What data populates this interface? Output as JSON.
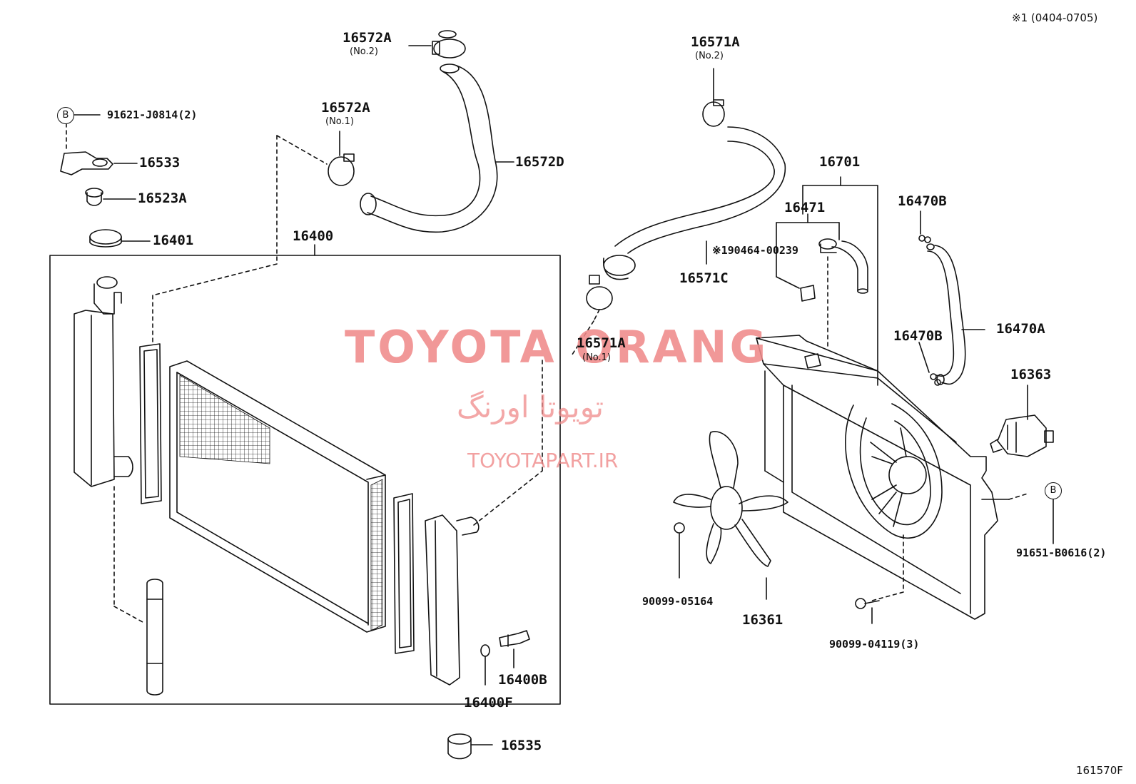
{
  "header": {
    "applicability_note": "※1 (0404-0705)"
  },
  "footer": {
    "diagram_code": "161570F"
  },
  "watermark": {
    "brand": "TOYOTA ORANG",
    "brand_fa": "تویوتا اورنگ",
    "site": "TOYOTAPART.IR",
    "brand_color": "#f08a8a"
  },
  "badge_letter": "B",
  "parts": {
    "p16572A_no2": "16572A",
    "p16572A_no2_sub": "(No.2)",
    "p16572A_no1": "16572A",
    "p16572A_no1_sub": "(No.1)",
    "p16572D": "16572D",
    "p91621": "91621-J0814(2)",
    "p16533": "16533",
    "p16523A": "16523A",
    "p16401": "16401",
    "p16400": "16400",
    "p16571A_no2": "16571A",
    "p16571A_no2_sub": "(No.2)",
    "p16571A_no1": "16571A",
    "p16571A_no1_sub": "(No.1)",
    "p16571C": "16571C",
    "p190464": "※190464-00239",
    "p16701": "16701",
    "p16471": "16471",
    "p16470B_top": "16470B",
    "p16470B_mid": "16470B",
    "p16470A": "16470A",
    "p16363": "16363",
    "p91651": "91651-B0616(2)",
    "p90099_05164": "90099-05164",
    "p16361": "16361",
    "p90099_04119": "90099-04119(3)",
    "p16400B": "16400B",
    "p16400F": "16400F",
    "p16535": "16535"
  }
}
